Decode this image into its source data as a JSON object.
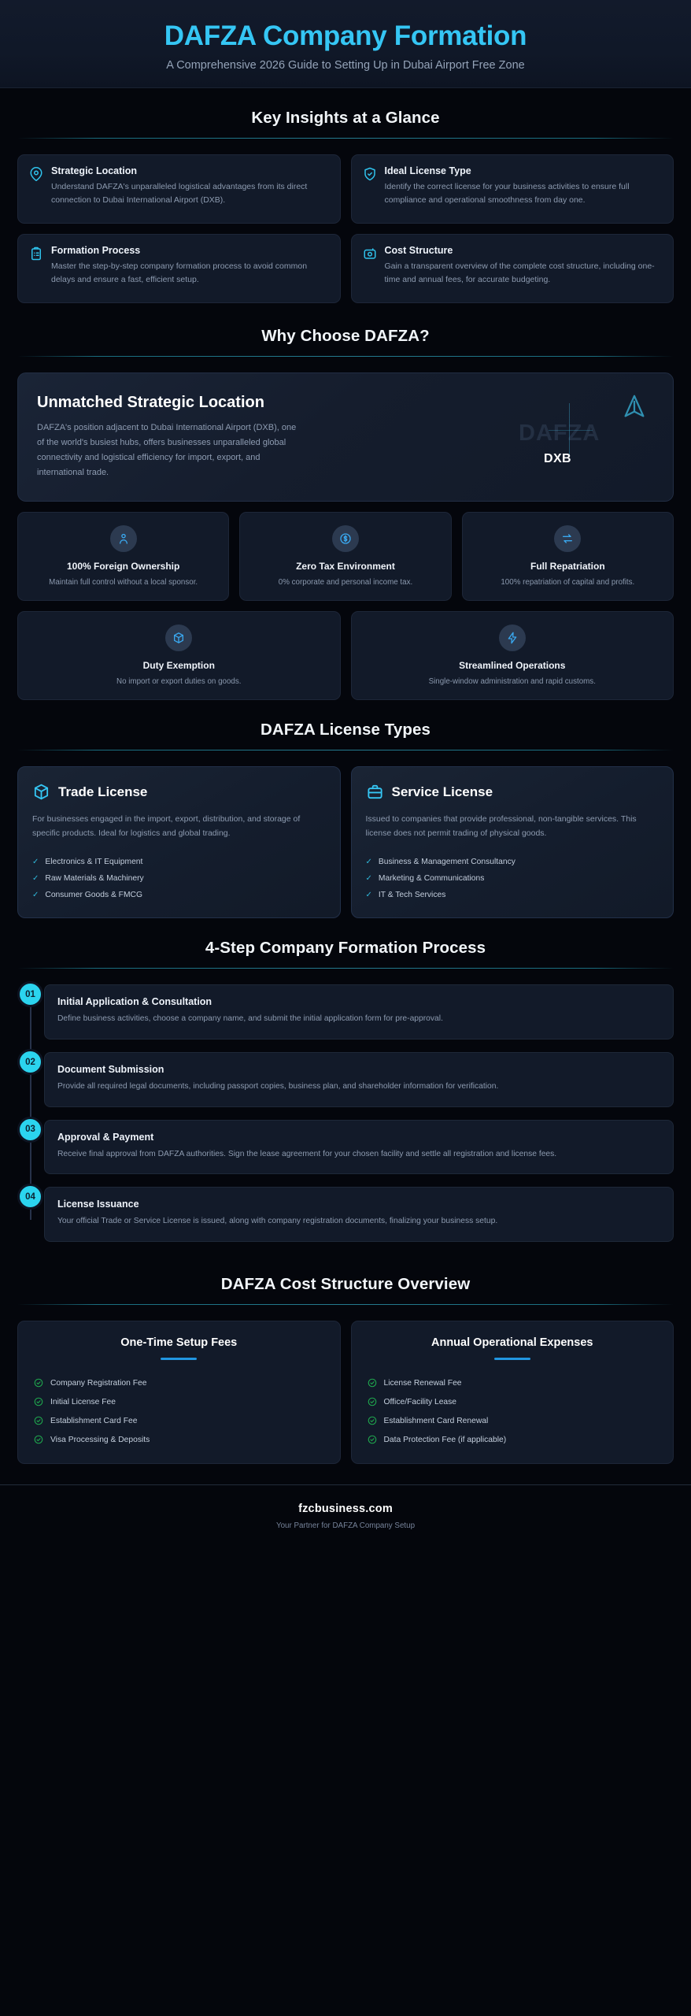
{
  "hero": {
    "title": "DAFZA Company Formation",
    "subtitle": "A Comprehensive 2026 Guide to Setting Up in Dubai Airport Free Zone"
  },
  "insights": {
    "heading": "Key Insights at a Glance",
    "cards": [
      {
        "icon": "map-pin-icon",
        "title": "Strategic Location",
        "desc": "Understand DAFZA's unparalleled logistical advantages from its direct connection to Dubai International Airport (DXB)."
      },
      {
        "icon": "shield-check-icon",
        "title": "Ideal License Type",
        "desc": "Identify the correct license for your business activities to ensure full compliance and operational smoothness from day one."
      },
      {
        "icon": "clipboard-list-icon",
        "title": "Formation Process",
        "desc": "Master the step-by-step company formation process to avoid common delays and ensure a fast, efficient setup."
      },
      {
        "icon": "cost-tag-icon",
        "title": "Cost Structure",
        "desc": "Gain a transparent overview of the complete cost structure, including one-time and annual fees, for accurate budgeting."
      }
    ]
  },
  "why": {
    "heading": "Why Choose DAFZA?",
    "feature": {
      "title": "Unmatched Strategic Location",
      "desc": "DAFZA's position adjacent to Dubai International Airport (DXB), one of the world's busiest hubs, offers businesses unparalleled global connectivity and logistical efficiency for import, export, and international trade.",
      "watermark": "DAFZA",
      "airport_code": "DXB"
    },
    "benefits_row1": [
      {
        "icon": "user-icon",
        "title": "100% Foreign Ownership",
        "desc": "Maintain full control without a local sponsor."
      },
      {
        "icon": "dollar-shield-icon",
        "title": "Zero Tax Environment",
        "desc": "0% corporate and personal income tax."
      },
      {
        "icon": "transfer-arrows-icon",
        "title": "Full Repatriation",
        "desc": "100% repatriation of capital and profits."
      }
    ],
    "benefits_row2": [
      {
        "icon": "cube-icon",
        "title": "Duty Exemption",
        "desc": "No import or export duties on goods."
      },
      {
        "icon": "lightning-bolt-icon",
        "title": "Streamlined Operations",
        "desc": "Single-window administration and rapid customs."
      }
    ]
  },
  "licenses": {
    "heading": "DAFZA License Types",
    "cards": [
      {
        "icon": "cube-icon",
        "title": "Trade License",
        "desc": "For businesses engaged in the import, export, distribution, and storage of specific products. Ideal for logistics and global trading.",
        "items": [
          "Electronics & IT Equipment",
          "Raw Materials & Machinery",
          "Consumer Goods & FMCG"
        ]
      },
      {
        "icon": "briefcase-icon",
        "title": "Service License",
        "desc": "Issued to companies that provide professional, non-tangible services. This license does not permit trading of physical goods.",
        "items": [
          "Business & Management Consultancy",
          "Marketing & Communications",
          "IT & Tech Services"
        ]
      }
    ]
  },
  "process": {
    "heading": "4-Step Company Formation Process",
    "steps": [
      {
        "number": "01",
        "title": "Initial Application & Consultation",
        "desc": "Define business activities, choose a company name, and submit the initial application form for pre-approval."
      },
      {
        "number": "02",
        "title": "Document Submission",
        "desc": "Provide all required legal documents, including passport copies, business plan, and shareholder information for verification."
      },
      {
        "number": "03",
        "title": "Approval & Payment",
        "desc": "Receive final approval from DAFZA authorities. Sign the lease agreement for your chosen facility and settle all registration and license fees."
      },
      {
        "number": "04",
        "title": "License Issuance",
        "desc": "Your official Trade or Service License is issued, along with company registration documents, finalizing your business setup."
      }
    ]
  },
  "costs": {
    "heading": "DAFZA Cost Structure Overview",
    "cards": [
      {
        "title": "One-Time Setup Fees",
        "items": [
          "Company Registration Fee",
          "Initial License Fee",
          "Establishment Card Fee",
          "Visa Processing & Deposits"
        ]
      },
      {
        "title": "Annual Operational Expenses",
        "items": [
          "License Renewal Fee",
          "Office/Facility Lease",
          "Establishment Card Renewal",
          "Data Protection Fee (if applicable)"
        ]
      }
    ]
  },
  "footer": {
    "brand": "fzcbusiness.com",
    "tagline": "Your Partner for DAFZA Company Setup"
  },
  "colors": {
    "accent_cyan": "#35c6f4",
    "accent_teal": "#2bd4ef",
    "accent_blue": "#2196e0",
    "check_green": "#1fa84e",
    "background": "#04060c",
    "card": "#121a29"
  }
}
